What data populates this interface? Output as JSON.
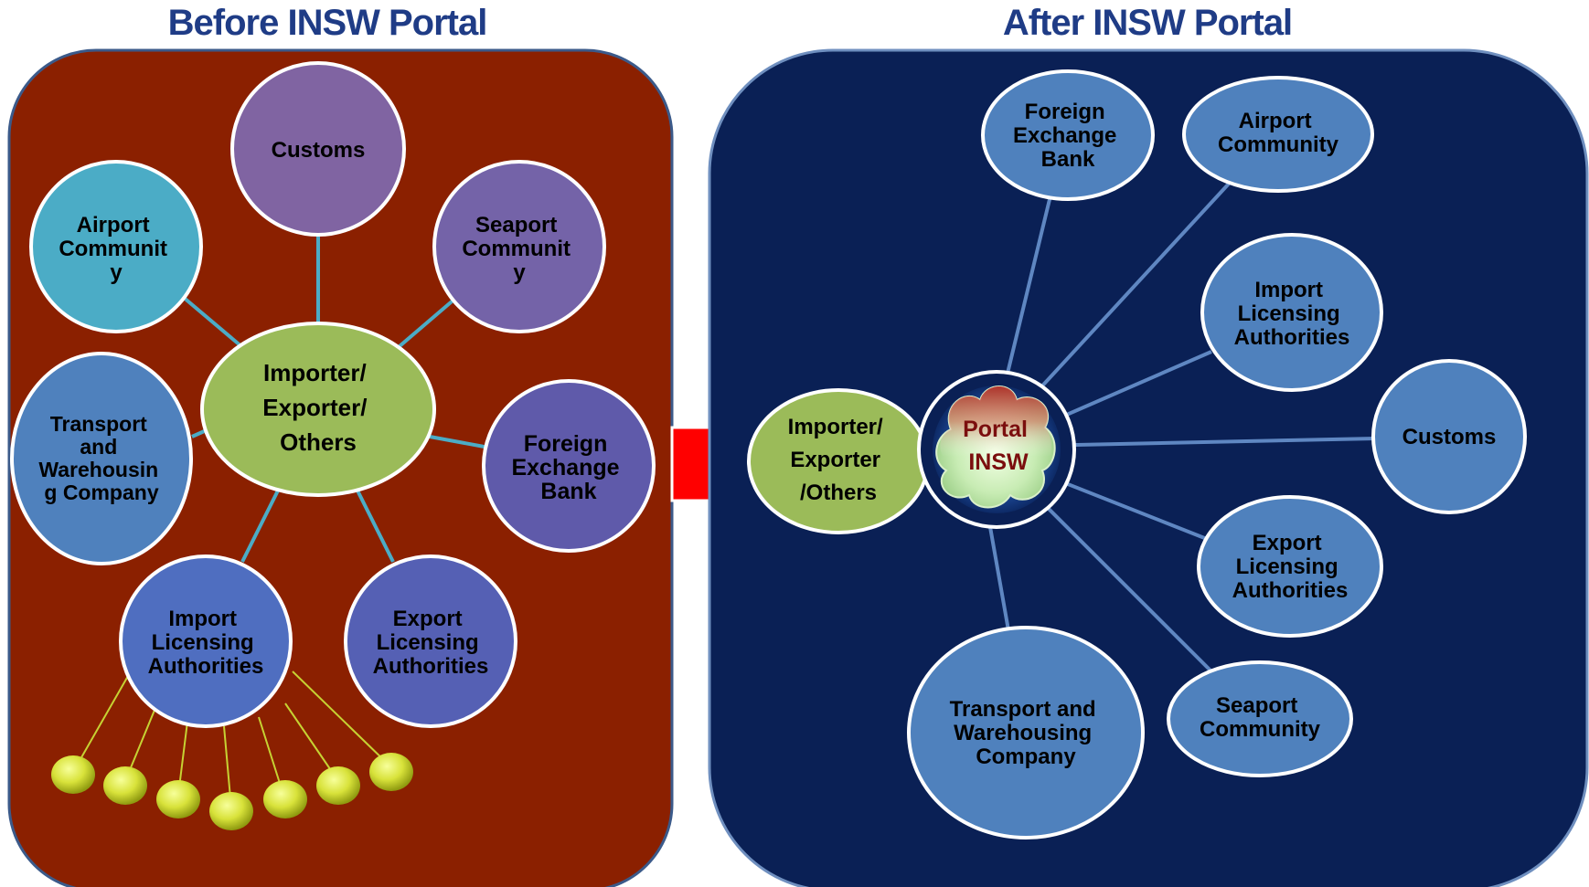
{
  "before": {
    "title": "Before INSW Portal",
    "center": {
      "lines": [
        "Importer/",
        "Exporter/",
        "Others"
      ]
    },
    "nodes": {
      "customs": [
        "Customs"
      ],
      "airport": [
        "Airport",
        "Communit",
        "y"
      ],
      "seaport": [
        "Seaport",
        "Communit",
        "y"
      ],
      "transport": [
        "Transport",
        "and",
        "Warehousin",
        "g Company"
      ],
      "forex": [
        "Foreign",
        "Exchange",
        "Bank"
      ],
      "import": [
        "Import",
        "Licensing",
        "Authorities"
      ],
      "export": [
        "Export",
        "Licensing",
        "Authorities"
      ]
    },
    "sub_node_count": 7
  },
  "after": {
    "title": "After INSW Portal",
    "center": {
      "lines": [
        "Importer/",
        "Exporter",
        "/Others"
      ]
    },
    "portal": {
      "lines": [
        "Portal",
        "INSW"
      ]
    },
    "nodes": {
      "forex": [
        "Foreign",
        "Exchange",
        "Bank"
      ],
      "airport": [
        "Airport",
        "Community"
      ],
      "import": [
        "Import",
        "Licensing",
        "Authorities"
      ],
      "customs": [
        "Customs"
      ],
      "export": [
        "Export",
        "Licensing",
        "Authorities"
      ],
      "seaport": [
        "Seaport",
        "Community"
      ],
      "transport": [
        "Transport and",
        "Warehousing",
        "Company"
      ]
    }
  },
  "colors": {
    "before_panel": "#8b2000",
    "after_panel": "#0a2055",
    "center_green": "#9bbb59",
    "arrow_red": "#ff0000",
    "node_blue": "#4f81bd",
    "node_purple_customs": "#8064a2",
    "node_teal_airport": "#4bacc6"
  }
}
